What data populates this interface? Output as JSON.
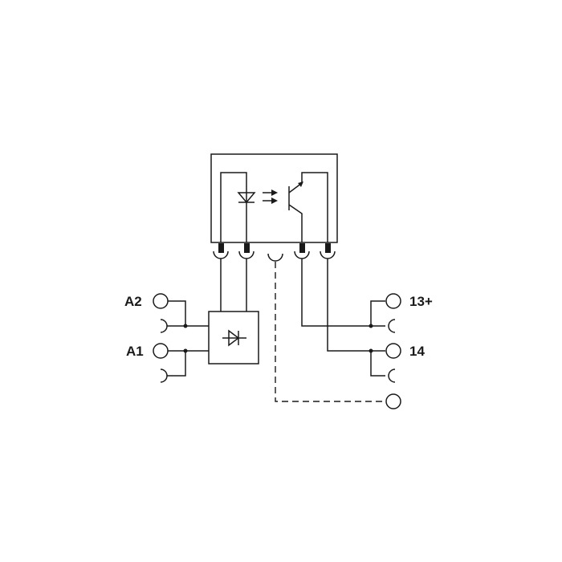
{
  "terminals": {
    "a2": "A2",
    "a1": "A1",
    "t13": "13+",
    "t14": "14"
  },
  "colors": {
    "line": "#1a1a1a",
    "background": "#ffffff"
  }
}
